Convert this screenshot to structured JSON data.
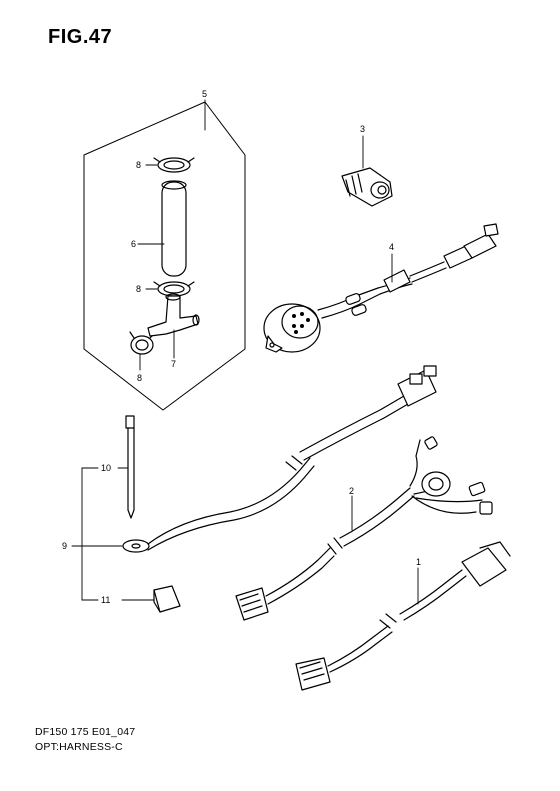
{
  "figure": {
    "title": "FIG.47",
    "code": "DF150 175 E01_047",
    "name": "OPT:HARNESS-C"
  },
  "callouts": {
    "c1": "1",
    "c2": "2",
    "c3": "3",
    "c4": "4",
    "c5": "5",
    "c6": "6",
    "c7": "7",
    "c8a": "8",
    "c8b": "8",
    "c8c": "8",
    "c9": "9",
    "c10": "10",
    "c11": "11"
  }
}
